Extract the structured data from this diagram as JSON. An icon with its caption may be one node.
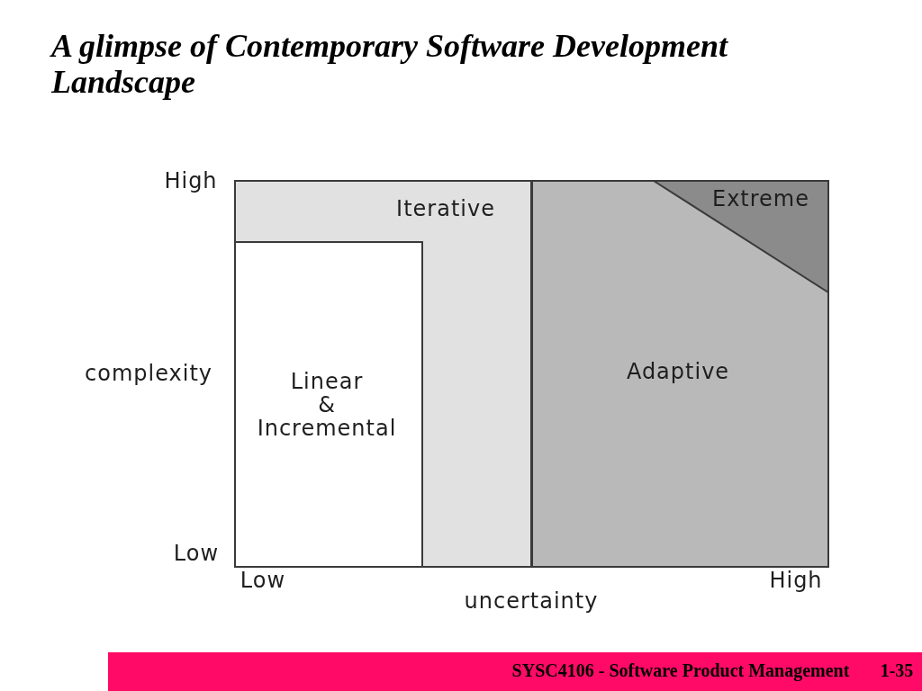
{
  "diagram": {
    "title": "A glimpse of Contemporary Software Development Landscape",
    "nodes": [
      {
        "text": [
          "Iterative"
        ]
      },
      {
        "text": [
          "Linear & Incremental"
        ],
        "in": 0
      },
      {
        "text": [
          "Adaptive"
        ]
      },
      {
        "text": [
          "Extreme"
        ],
        "in": 2
      }
    ],
    "labels": [
      "High",
      "complexity",
      "Low",
      "Low",
      "High",
      "uncertainty",
      "SYSC4106 - Software Product Management",
      "1-35"
    ]
  }
}
